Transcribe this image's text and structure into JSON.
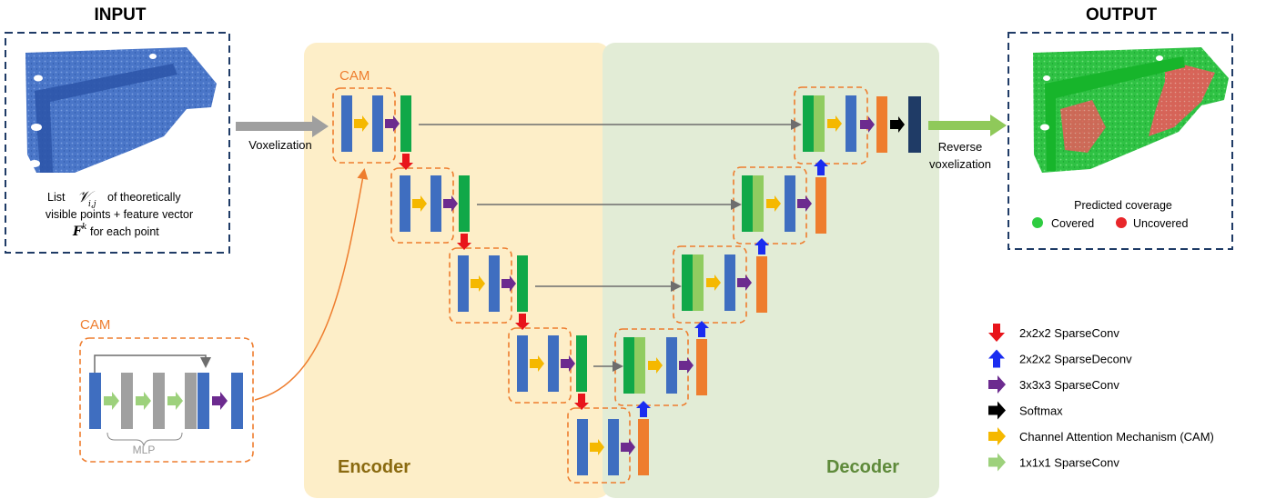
{
  "input": {
    "heading": "INPUT",
    "caption_line1": "List",
    "caption_symbol_v": "𝒱",
    "caption_symbol_v_sub": "i,j",
    "caption_line1_rest": "of theoretically",
    "caption_line2": "visible points + feature vector",
    "caption_symbol_f": "F",
    "caption_symbol_f_sup": "k",
    "caption_line3_rest": "for each point"
  },
  "output": {
    "heading": "OUTPUT",
    "legend_title": "Predicted coverage",
    "covered_label": "Covered",
    "uncovered_label": "Uncovered",
    "covered_color": "#2ecc40",
    "uncovered_color": "#e8262a"
  },
  "arrows": {
    "voxelization_label": "Voxelization",
    "reverse_label_line1": "Reverse",
    "reverse_label_line2": "voxelization"
  },
  "network": {
    "encoder_label": "Encoder",
    "decoder_label": "Decoder",
    "cam_label_top": "CAM",
    "encoder_color": "#fdeec8",
    "decoder_color": "#e2ecd6",
    "encoder_text_color": "#8a6a10",
    "decoder_text_color": "#5e8a3a"
  },
  "cam_module": {
    "label": "CAM",
    "mlp_label": "MLP"
  },
  "legend": {
    "items": [
      {
        "label": "2x2x2 SparseConv",
        "color": "#e8141b",
        "icon": "arrow-down-icon"
      },
      {
        "label": "2x2x2 SparseDeconv",
        "color": "#1a2cf0",
        "icon": "arrow-up-icon"
      },
      {
        "label": "3x3x3 SparseConv",
        "color": "#6c2b8f",
        "icon": "arrow-right-icon"
      },
      {
        "label": "Softmax",
        "color": "#000000",
        "icon": "arrow-right-icon"
      },
      {
        "label": "Channel Attention Mechanism (CAM)",
        "color": "#f5b800",
        "icon": "arrow-right-icon"
      },
      {
        "label": "1x1x1 SparseConv",
        "color": "#9dd17c",
        "icon": "arrow-right-icon"
      }
    ]
  },
  "colors": {
    "block_blue": "#3f6ec0",
    "block_green": "#10a848",
    "block_lightgreen": "#90cc60",
    "block_orange": "#ee7d2e",
    "block_navy": "#1f3b66",
    "block_gray": "#a0a0a0",
    "cam_dash": "#ee7d2e",
    "panel_dash": "#1f3b66"
  }
}
